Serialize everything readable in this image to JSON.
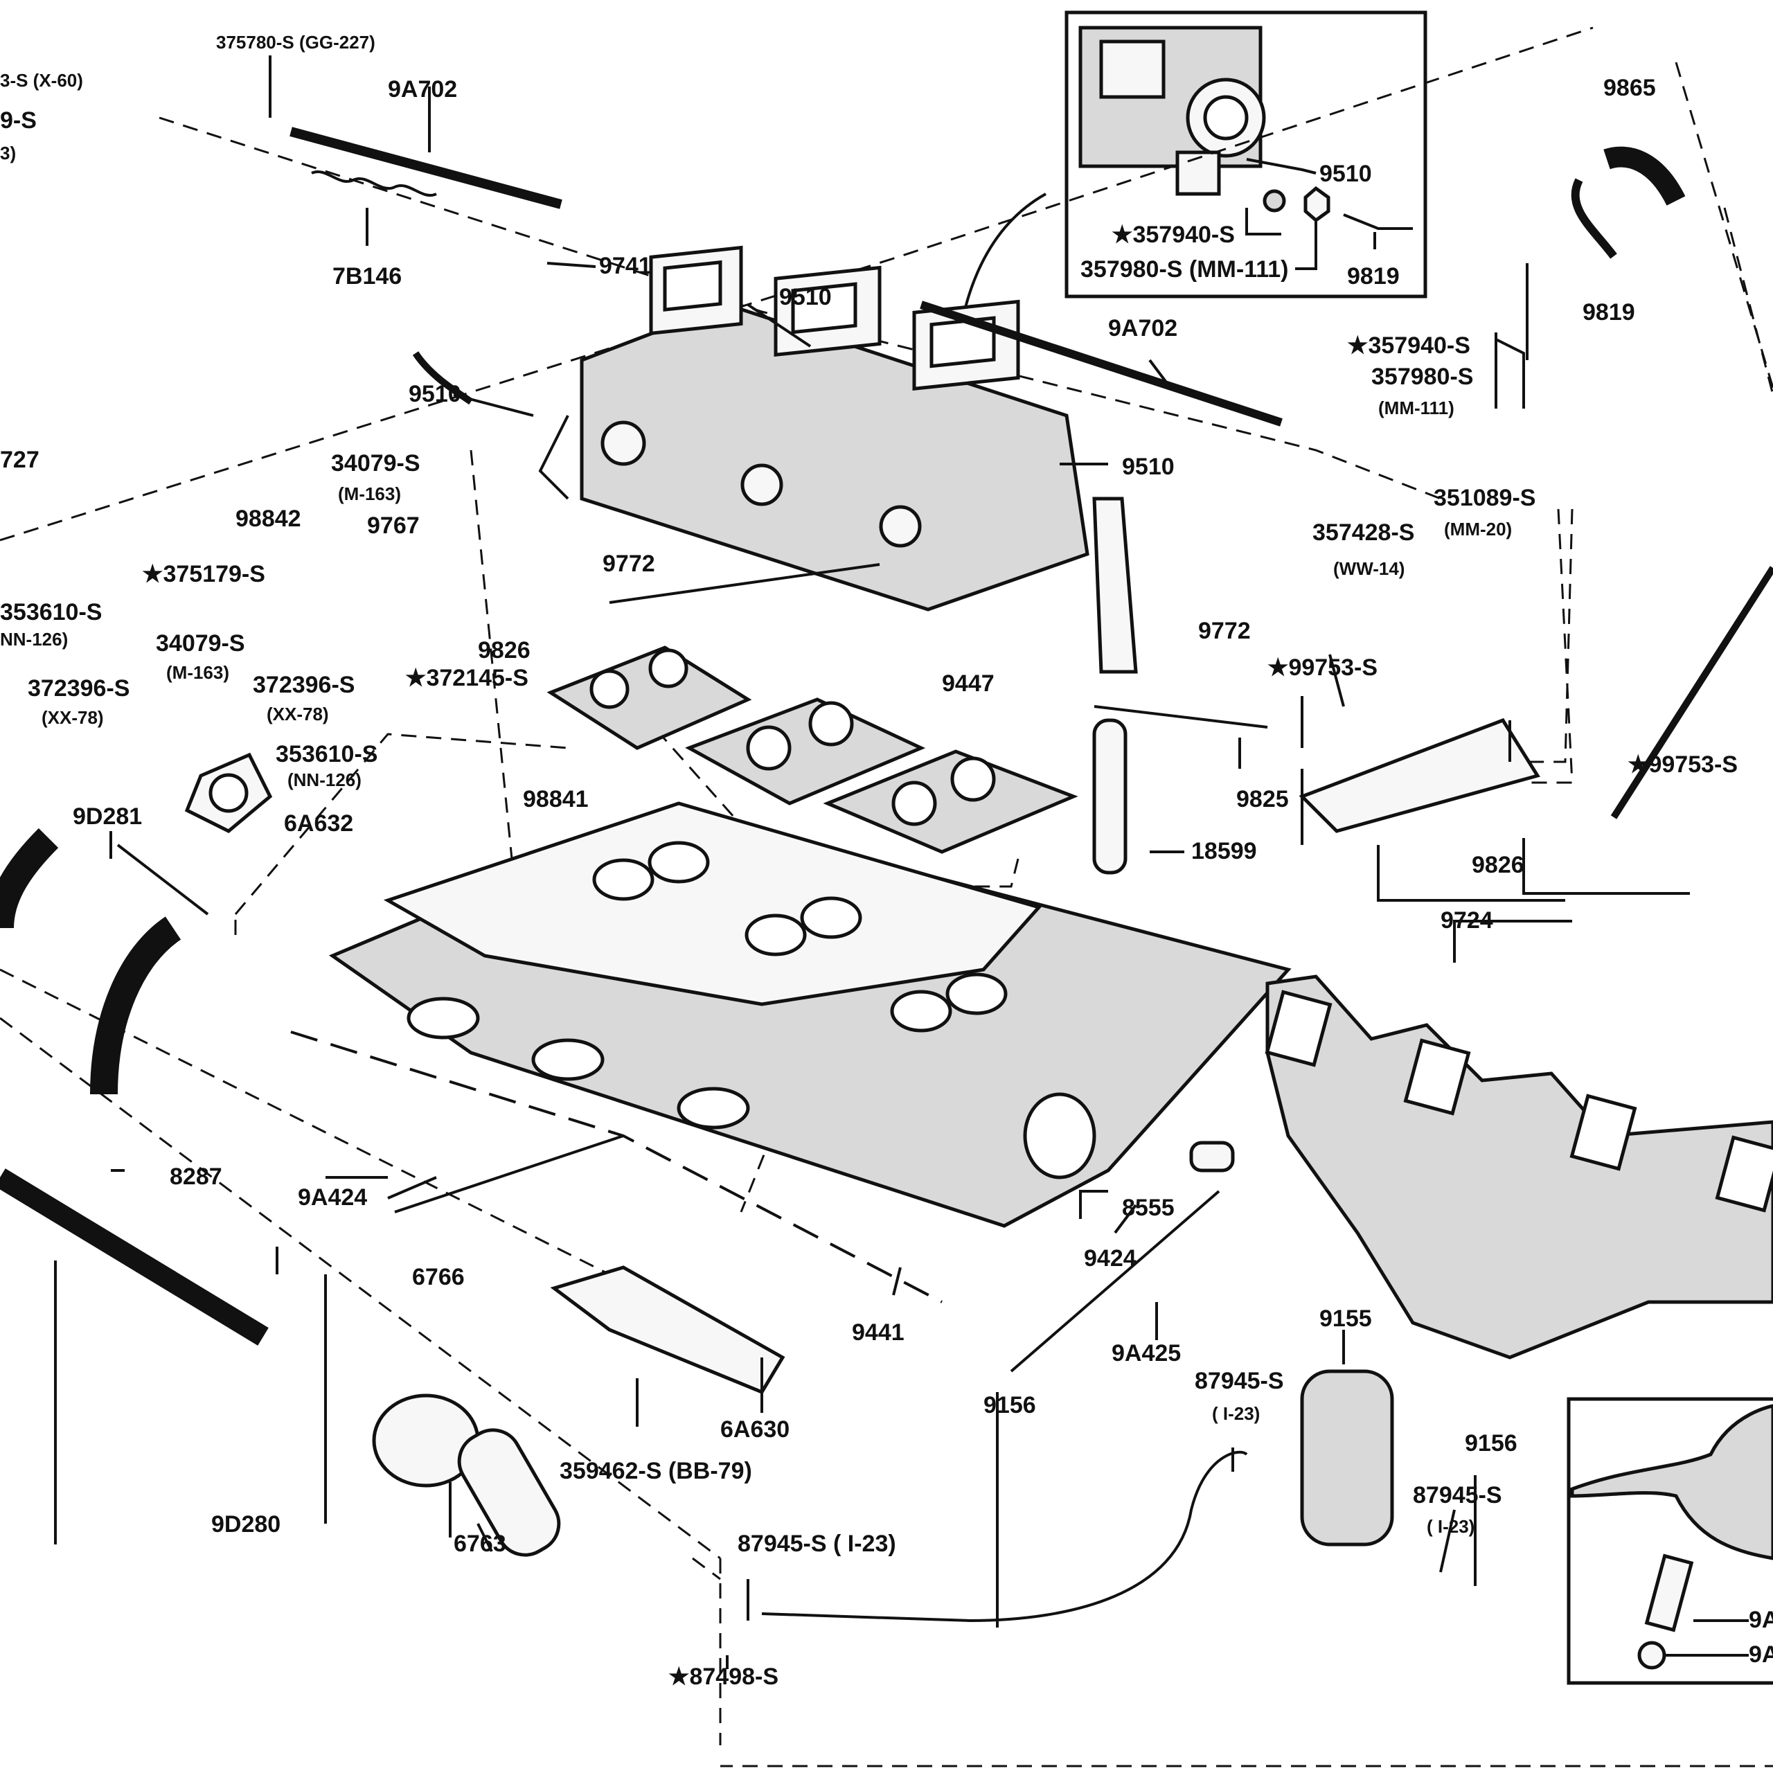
{
  "diagram": {
    "inset_top_labels": {
      "carb": "9510",
      "nut_star": "★357940-S",
      "nut": "357980-S (MM-111)",
      "line": "9819"
    },
    "labels": {
      "p375780": "375780-S (GG-227)",
      "p9a702_top": "9A702",
      "px60": "3-S (X-60)",
      "p9s": "9-S",
      "p3": "3)",
      "p7b146": "7B146",
      "p9741": "9741",
      "p9510_a": "9510",
      "p9510_b": "9510",
      "p9510_c": "9510",
      "p9a702_mid": "9A702",
      "p9865": "9865",
      "p9819": "9819",
      "p357940": "★357940-S",
      "p357980": "357980-S",
      "pmm111": "(MM-111)",
      "p727": "727",
      "p34079_a": "34079-S",
      "pm163_a": "(M-163)",
      "p98842": "98842",
      "p9767": "9767",
      "p375179": "★375179-S",
      "p353610_a": "353610-S",
      "pnn126_a": "NN-126)",
      "p34079_b": "34079-S",
      "pm163_b": "(M-163)",
      "p372145": "★372145-S",
      "p9826_a": "9826",
      "p9772_a": "9772",
      "p372396_a": "372396-S",
      "pxx78_a": "(XX-78)",
      "p372396_b": "372396-S",
      "pxx78_b": "(XX-78)",
      "p353610_b": "353610-S",
      "pnn126_b": "(NN-126)",
      "p98841": "98841",
      "p6a632": "6A632",
      "p9447": "9447",
      "p351089": "351089-S",
      "pmm20": "(MM-20)",
      "p357428": "357428-S",
      "pww14": "(WW-14)",
      "p9772_b": "9772",
      "p99753_a": "★99753-S",
      "p99753_b": "★99753-S",
      "p9825": "9825",
      "p18599": "18599",
      "p9826_b": "9826",
      "p9724": "9724",
      "p9d281": "9D281",
      "p8287": "8287",
      "p9a424": "9A424",
      "p8555": "8555",
      "p9424": "9424",
      "p9441": "9441",
      "p6766": "6766",
      "p9a425": "9A425",
      "p9155": "9155",
      "p87945_a": "87945-S",
      "pi23_a": "( I-23)",
      "p9156_a": "9156",
      "p9156_b": "9156",
      "p87945_b": "87945-S",
      "pi23_b": "( I-23)",
      "p6a630": "6A630",
      "p359462": "359462-S (BB-79)",
      "p87945_c": "87945-S ( I-23)",
      "p9d280": "9D280",
      "p6763": "6763",
      "p87498": "★87498-S",
      "pinset_a": "9A",
      "pinset_b": "9A"
    }
  }
}
